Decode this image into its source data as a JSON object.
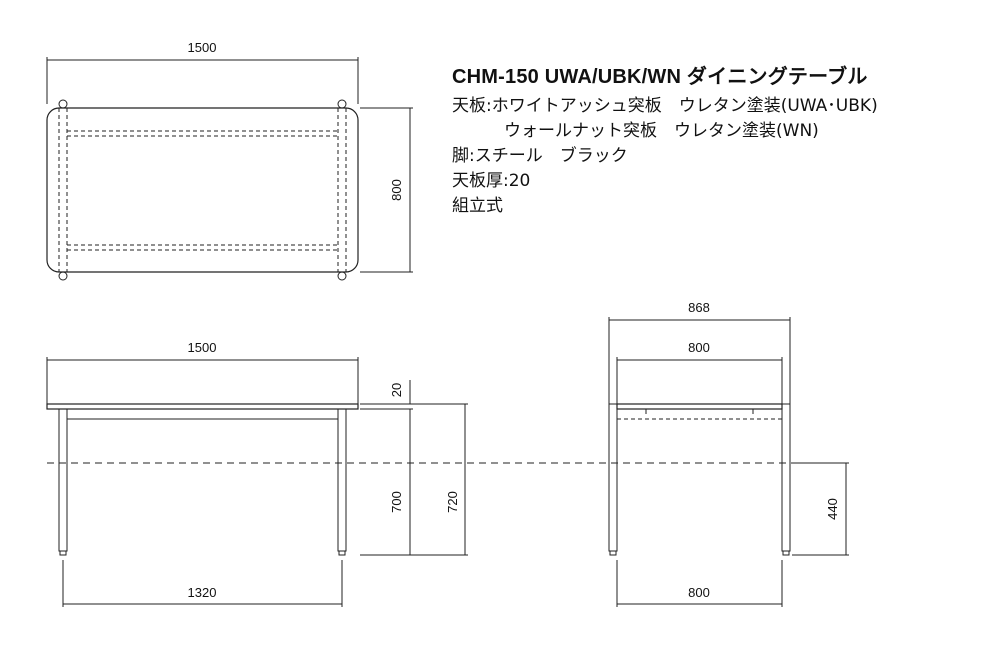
{
  "spec": {
    "title": "CHM-150 UWA/UBK/WN ダイニングテーブル",
    "lines": [
      "天板:ホワイトアッシュ突板　ウレタン塗装(UWA･UBK)",
      "ウォールナット突板　ウレタン塗装(WN)",
      "脚:スチール　ブラック",
      "天板厚:20",
      "組立式"
    ]
  },
  "dimensions": {
    "plan_width": "1500",
    "plan_depth": "800",
    "front_width": "1500",
    "top_thickness": "20",
    "leg_span": "1320",
    "frame_height": "700",
    "total_height": "720",
    "side_overall": "868",
    "side_top": "800",
    "side_legs": "800",
    "seat_height": "440"
  }
}
